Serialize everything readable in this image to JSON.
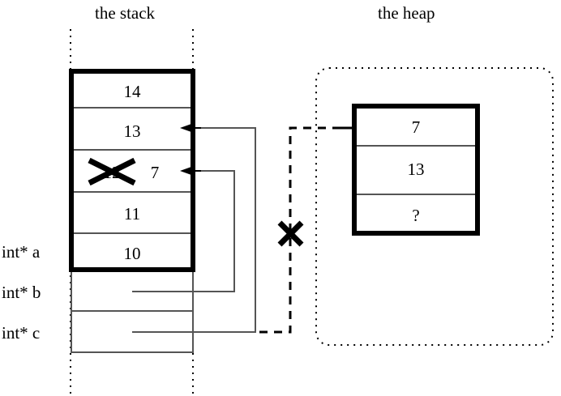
{
  "diagram": {
    "type": "memory-model-diagram",
    "stack": {
      "title": "the stack",
      "frame_cells": [
        {
          "value": "14",
          "struck": false
        },
        {
          "value": "13",
          "struck": false
        },
        {
          "value": "12",
          "struck": true,
          "new_value": "7"
        },
        {
          "value": "11",
          "struck": false
        },
        {
          "value": "10",
          "struck": false
        }
      ],
      "variables": [
        {
          "label": "int* a",
          "points_to": "stack-frame"
        },
        {
          "label": "int* b",
          "points_to": "stack-cell-12"
        },
        {
          "label": "int* c",
          "points_to": "stack-cell-13"
        }
      ]
    },
    "heap": {
      "title": "the heap",
      "block_cells": [
        {
          "value": "7"
        },
        {
          "value": "13"
        },
        {
          "value": "?"
        }
      ],
      "incoming_pointer": "dangling-dashed-pointer",
      "invalidated": true
    },
    "annotations": {
      "struck_cell_cross": "X",
      "broken_pointer_cross": "X",
      "new_cell_value": "7"
    },
    "colors": {
      "stroke": "#000000",
      "background": "#ffffff",
      "rule": "#555555"
    }
  }
}
